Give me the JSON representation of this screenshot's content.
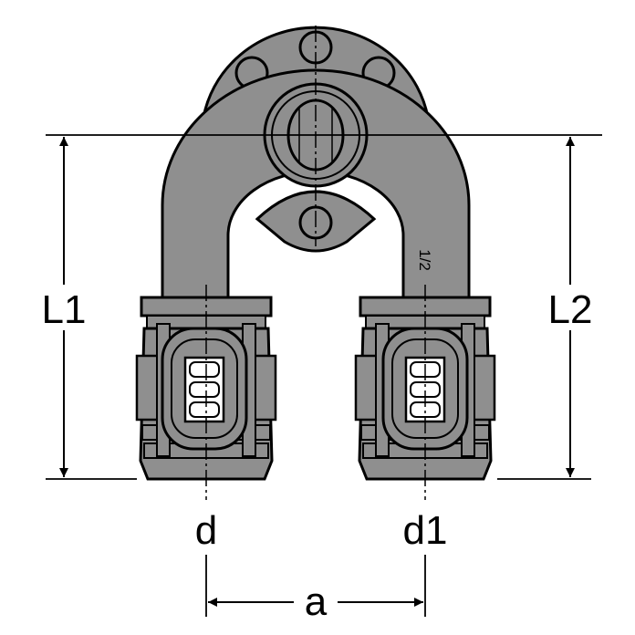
{
  "labels": {
    "l1": "L1",
    "l2": "L2",
    "d": "d",
    "d1": "d1",
    "a": "a",
    "thread": "1/2"
  },
  "colors": {
    "body_fill": "#8f8f8f",
    "line": "#000000",
    "background": "#ffffff"
  }
}
